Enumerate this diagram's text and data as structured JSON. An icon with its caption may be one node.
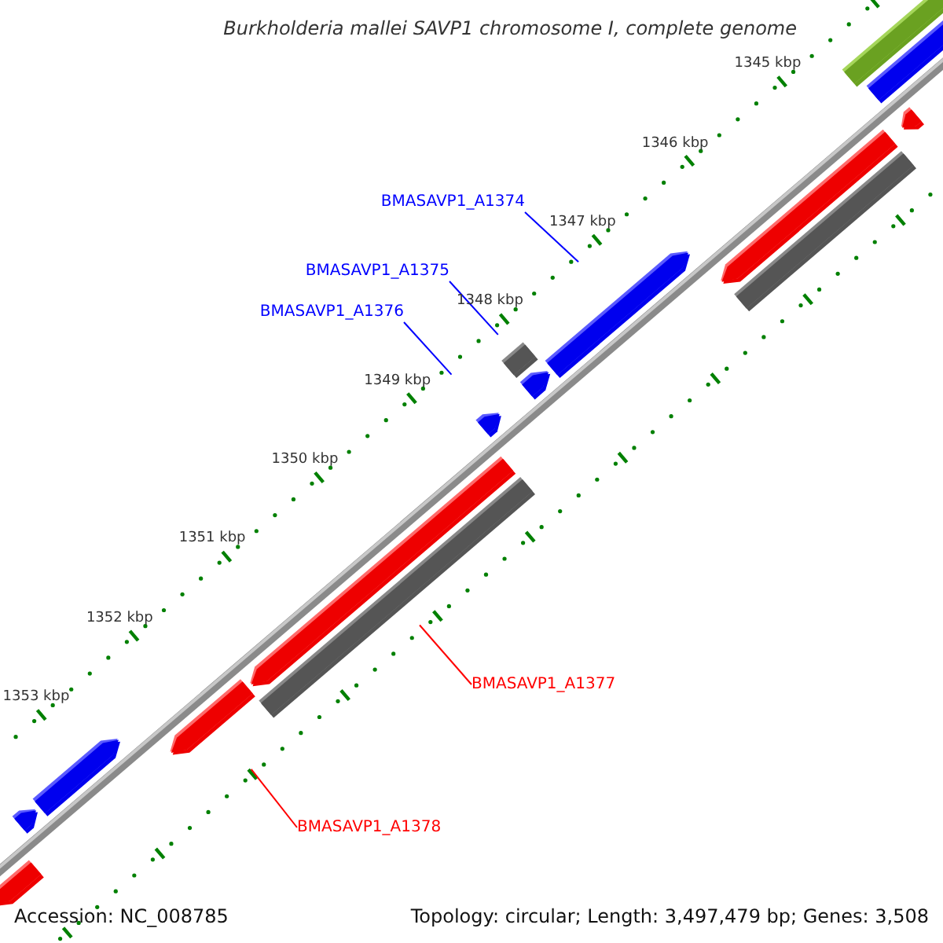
{
  "diagram": {
    "title": "Burkholderia mallei SAVP1 chromosome I, complete genome",
    "nodes": [
      {
        "text": [
          "BMASAVP1_A1374"
        ]
      },
      {
        "text": [
          "BMASAVP1_A1375"
        ]
      },
      {
        "text": [
          "BMASAVP1_A1376"
        ]
      },
      {
        "text": [
          "BMASAVP1_A1377"
        ]
      },
      {
        "text": [
          "BMASAVP1_A1378"
        ]
      }
    ],
    "edges": [
      {
        "from": 0,
        "to": null,
        "arrow": "none"
      },
      {
        "from": 1,
        "to": null,
        "arrow": "none"
      },
      {
        "from": 2,
        "to": null,
        "arrow": "none"
      },
      {
        "from": 3,
        "to": null,
        "arrow": "none",
        "color": "#ff0000"
      },
      {
        "from": 4,
        "to": null,
        "arrow": "none",
        "color": "#ff0000"
      }
    ],
    "labels": [
      "1345 kbp",
      "1346 kbp",
      "1347 kbp",
      "1348 kbp",
      "1349 kbp",
      "1350 kbp",
      "1351 kbp",
      "1352 kbp",
      "1353 kbp",
      "Accession: NC_008785",
      "Topology: circular; Length: 3,497,479 bp; Genes: 3,508"
    ]
  }
}
